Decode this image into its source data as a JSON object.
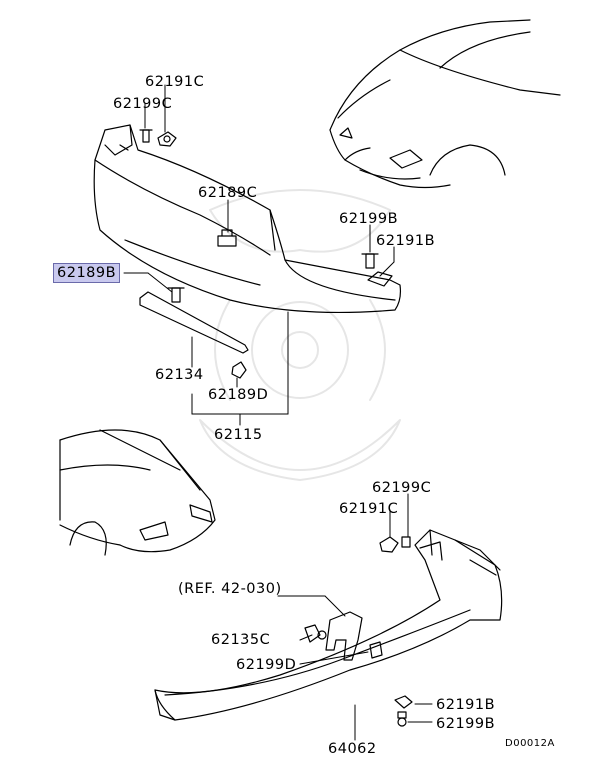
{
  "diagram": {
    "parts": {
      "p62191C_top": "62191C",
      "p62199C_top": "62199C",
      "p62189C": "62189C",
      "p62199B_top": "62199B",
      "p62191B_top": "62191B",
      "p62189B": "62189B",
      "p62134": "62134",
      "p62189D": "62189D",
      "p62115": "62115",
      "p62199C_rear": "62199C",
      "p62191C_rear": "62191C",
      "ref": "(REF. 42-030)",
      "p62135C": "62135C",
      "p62199D": "62199D",
      "p62191B_rear": "62191B",
      "p62199B_rear": "62199B",
      "p64062": "64062"
    },
    "diagram_code": "D00012A",
    "highlight_color": "#c9c9ee"
  }
}
